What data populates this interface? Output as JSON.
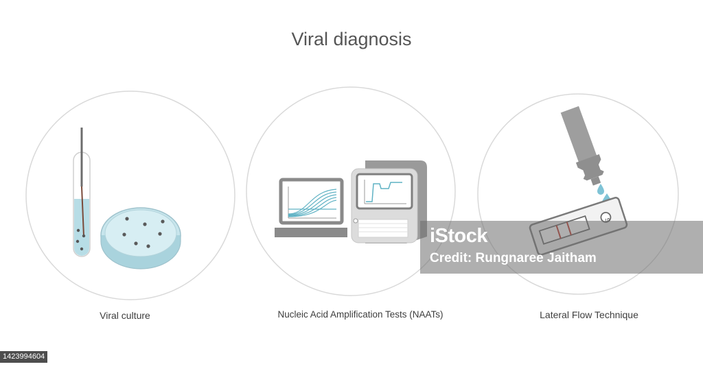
{
  "title": "Viral diagnosis",
  "panels": [
    {
      "caption": "Viral culture",
      "icon": "test-tube-and-petri-dish"
    },
    {
      "caption": "Nucleic Acid Amplification Tests (NAATs)",
      "icon": "laptop-and-pcr-machine"
    },
    {
      "caption": "Lateral Flow Technique",
      "icon": "dropper-and-test-cassette",
      "cassette_mark": "S"
    }
  ],
  "watermark": {
    "logo": "iStock",
    "credit": "Credit: Rungnaree Jaitham"
  },
  "image_id": "1423994604",
  "colors": {
    "liquid": "#b7dde6",
    "line_teal": "#5fb2c4",
    "device_gray": "#8f8f8f",
    "result_red": "#c0392b"
  }
}
